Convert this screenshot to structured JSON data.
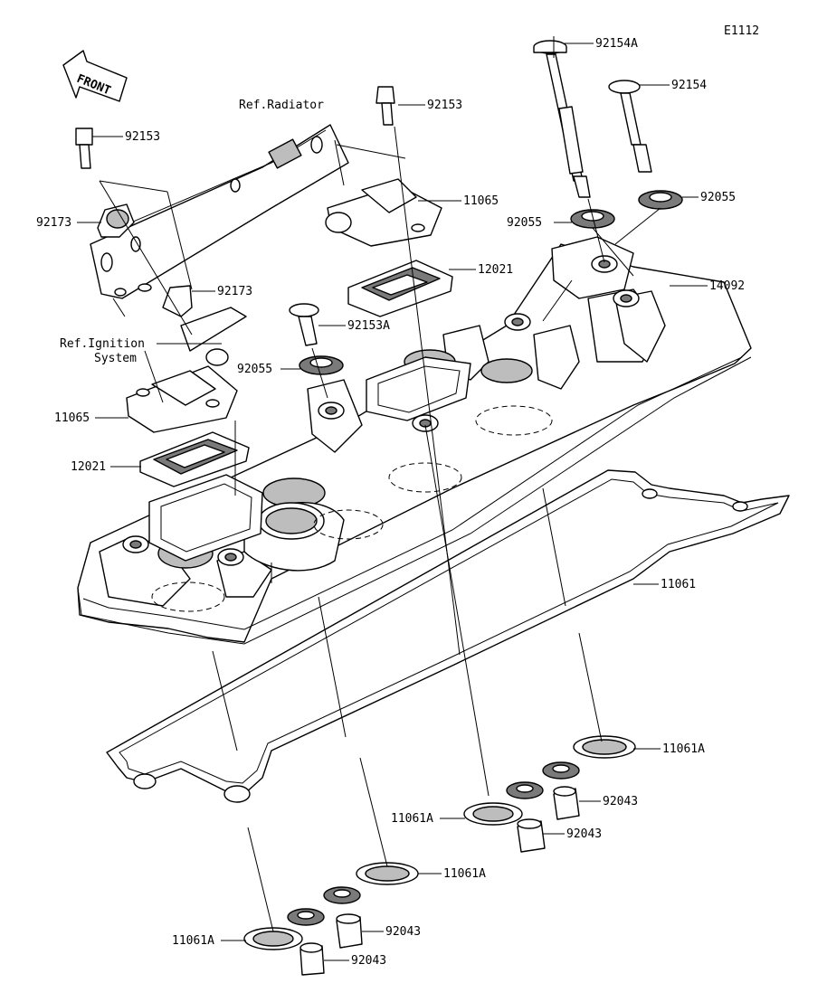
{
  "diagram": {
    "code": "E1112",
    "front_label": "FRONT",
    "labels": {
      "p92154A": "92154A",
      "p92154": "92154",
      "p92153_top": "92153",
      "p92153_left": "92153",
      "ref_radiator": "Ref.Radiator",
      "p11065_right": "11065",
      "p92055_r1": "92055",
      "p92055_r2": "92055",
      "p92173_left": "92173",
      "p92173_mid": "92173",
      "p12021_right": "12021",
      "p14092": "14092",
      "p92153A": "92153A",
      "ref_ignition_1": "Ref.Ignition",
      "ref_ignition_2": "System",
      "p92055_mid": "92055",
      "p11065_left": "11065",
      "p12021_left": "12021",
      "p11061": "11061",
      "p11061A_r": "11061A",
      "p11061A_m": "11061A",
      "p92043_r1": "92043",
      "p92043_r2": "92043",
      "p11061A_b": "11061A",
      "p11061A_bl": "11061A",
      "p92043_b1": "92043",
      "p92043_b2": "92043"
    }
  }
}
